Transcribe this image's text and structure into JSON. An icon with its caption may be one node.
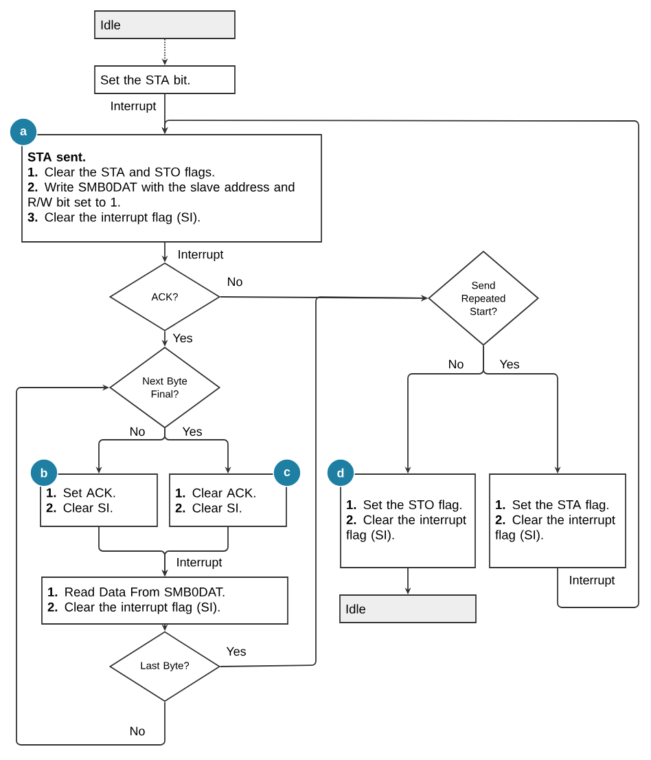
{
  "diagram": {
    "nodes": [
      {
        "text": [
          "Idle"
        ]
      },
      {
        "text": [
          "Set the STA bit."
        ]
      },
      {
        "text": [
          "a"
        ]
      },
      {
        "text": [
          "STA sent.",
          "**1.** Clear the STA and STO flags.",
          "**2.** Write SMB0DAT with the slave address and R/W bit set to 1.",
          "**3.** Clear the interrupt flag (SI)."
        ]
      },
      {
        "text": [
          "ACK?"
        ]
      },
      {
        "text": [
          "Send Repeated Start?"
        ]
      },
      {
        "text": [
          "Next Byte Final?"
        ]
      },
      {
        "text": [
          "b"
        ]
      },
      {
        "text": [
          "**1.** Set ACK.",
          "**2.** Clear SI."
        ]
      },
      {
        "text": [
          "**1.** Clear ACK.",
          "**2.** Clear SI."
        ]
      },
      {
        "text": [
          "c"
        ]
      },
      {
        "text": [
          "d"
        ]
      },
      {
        "text": [
          "**1.** Set the STO flag.",
          "**2.** Clear the interrupt flag (SI)."
        ]
      },
      {
        "text": [
          "**1.** Set the STA flag.",
          "**2.** Clear the interrupt flag (SI)."
        ]
      },
      {
        "text": [
          "**1.** Read Data From SMB0DAT.",
          "**2.** Clear the interrupt flag (SI)."
        ]
      },
      {
        "text": [
          "Idle"
        ]
      },
      {
        "text": [
          "Last Byte?"
        ]
      }
    ],
    "edges": [
      {
        "from": 0,
        "to": 1,
        "arrow": "to",
        "style": "dashed"
      },
      {
        "from": 1,
        "to": 3,
        "arrow": "to",
        "label": "Interrupt"
      },
      {
        "from": 3,
        "to": 4,
        "arrow": "to",
        "label": "Interrupt"
      },
      {
        "from": 4,
        "to": 5,
        "arrow": "to",
        "label": "No"
      },
      {
        "from": 4,
        "to": 6,
        "arrow": "to",
        "label": "Yes"
      },
      {
        "from": 5,
        "to": 12,
        "arrow": "to",
        "label": "No"
      },
      {
        "from": 5,
        "to": 13,
        "arrow": "to",
        "label": "Yes"
      },
      {
        "from": 6,
        "to": 8,
        "arrow": "to",
        "label": "No"
      },
      {
        "from": 6,
        "to": 9,
        "arrow": "to",
        "label": "Yes"
      },
      {
        "from": 8,
        "to": 14,
        "arrow": "to",
        "label": "Interrupt"
      },
      {
        "from": 9,
        "to": 14,
        "arrow": "to"
      },
      {
        "from": 14,
        "to": 16,
        "arrow": "to"
      },
      {
        "from": 16,
        "to": 5,
        "arrow": "to",
        "label": "Yes"
      },
      {
        "from": 16,
        "to": 6,
        "arrow": "to",
        "label": "No"
      },
      {
        "from": 13,
        "to": 3,
        "arrow": "to",
        "label": "Interrupt"
      },
      {
        "from": 12,
        "to": 15,
        "arrow": "to"
      }
    ]
  }
}
